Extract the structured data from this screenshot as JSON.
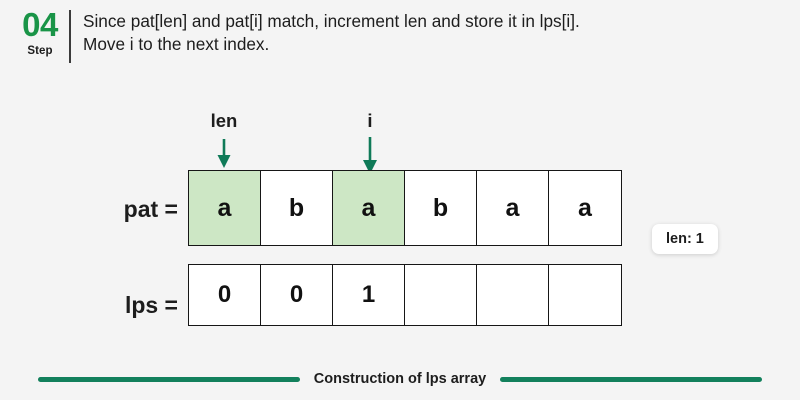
{
  "header": {
    "step_number": "04",
    "step_word": "Step",
    "instruction_line1": "Since pat[len] and pat[i] match, increment len and store it in lps[i].",
    "instruction_line2": "Move i to the next index.",
    "step_color": "#199447"
  },
  "diagram": {
    "pat_label": "pat =",
    "lps_label": "lps =",
    "highlight_color": "#cde7c5",
    "border_color": "#161616",
    "pat_cells": [
      {
        "value": "a",
        "highlighted": true
      },
      {
        "value": "b",
        "highlighted": false
      },
      {
        "value": "a",
        "highlighted": true
      },
      {
        "value": "b",
        "highlighted": false
      },
      {
        "value": "a",
        "highlighted": false
      },
      {
        "value": "a",
        "highlighted": false
      }
    ],
    "lps_cells": [
      {
        "value": "0"
      },
      {
        "value": "0"
      },
      {
        "value": "1"
      },
      {
        "value": ""
      },
      {
        "value": ""
      },
      {
        "value": ""
      }
    ],
    "pointers": [
      {
        "label": "len",
        "index": 0,
        "arrow_color": "#0f7a58"
      },
      {
        "label": "i",
        "index": 2,
        "arrow_color": "#0f7a58"
      }
    ],
    "badge": "len: 1"
  },
  "footer": {
    "caption": "Construction of lps array",
    "line_color": "#12805c"
  }
}
